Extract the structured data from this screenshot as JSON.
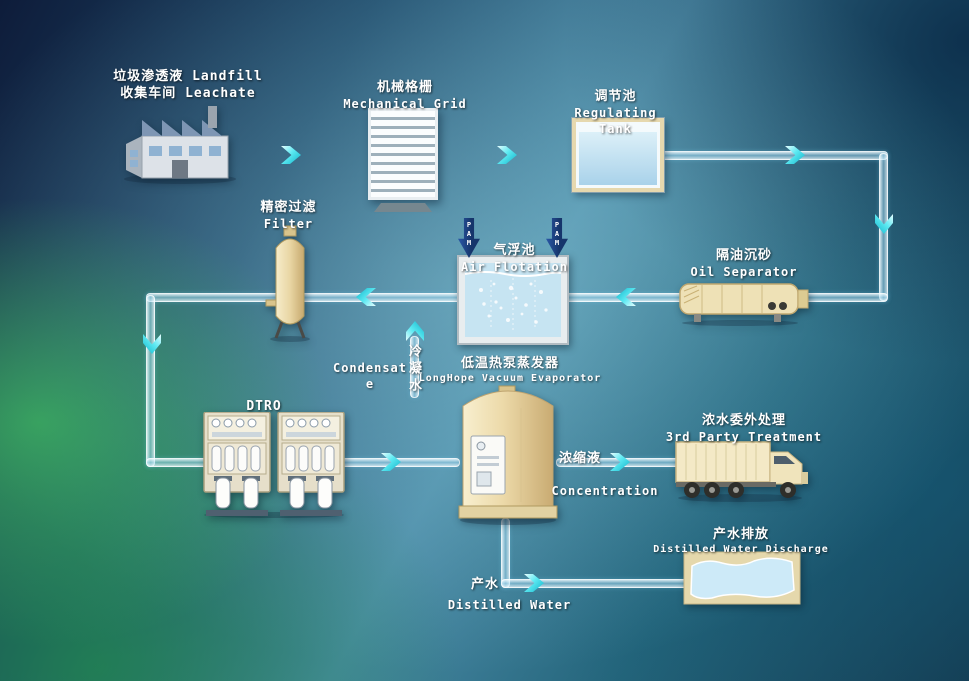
{
  "colors": {
    "accent_cyan": "#3ad8e8",
    "pipe_blue": "#bfe2f2",
    "pam_navy": "#1b3f77",
    "equipment_beige": "#ead9ab",
    "water_blue": "#c6e4f2"
  },
  "nodes": {
    "factory": {
      "line1": "垃圾渗透液 Landfill",
      "line2": "收集车间 Leachate"
    },
    "mechanical_grid": {
      "line1": "机械格栅",
      "line2": "Mechanical Grid"
    },
    "regulating_tank": {
      "line1": "调节池",
      "line2": "Regulating Tank"
    },
    "oil_separator": {
      "line1": "隔油沉砂",
      "line2": "Oil Separator"
    },
    "air_flotation": {
      "line1": "气浮池",
      "line2": "Air Flotation"
    },
    "pam": {
      "label": "PAM"
    },
    "filter": {
      "line1": "精密过滤",
      "line2": "Filter"
    },
    "condensate": {
      "en": "Condensate",
      "cn": "冷凝水"
    },
    "evaporator": {
      "line1": "低温热泵蒸发器",
      "line2": "LongHope Vacuum Evaporator"
    },
    "dtro": {
      "label": "DTRO"
    },
    "concentration": {
      "cn": "浓缩液",
      "en": "Concentration"
    },
    "third_party": {
      "line1": "浓水委外处理",
      "line2": "3rd Party Treatment"
    },
    "discharge_pool": {
      "line1": "产水排放",
      "line2": "Distilled Water Discharge"
    },
    "distilled_water": {
      "cn": "产水",
      "en": "Distilled Water"
    }
  }
}
